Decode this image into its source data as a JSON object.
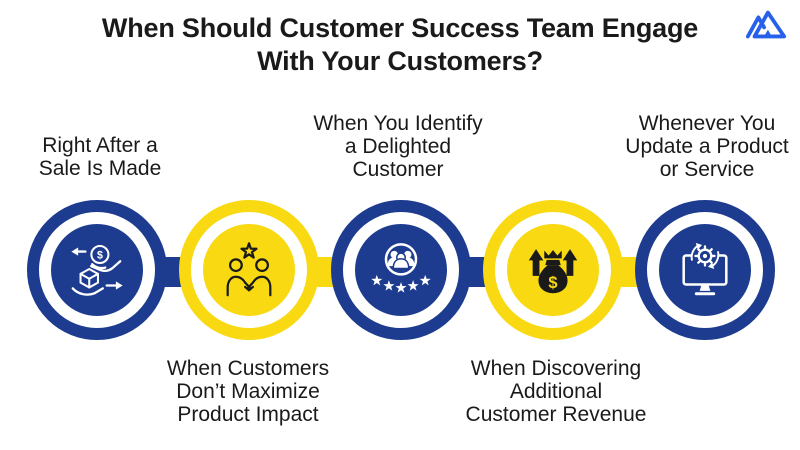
{
  "page": {
    "background": "#ffffff"
  },
  "colors": {
    "bg": "#ffffff",
    "blue": "#1d3c8f",
    "yellow": "#f8d912",
    "logoBlue": "#2760ea",
    "ink": "#1a1a1a",
    "iconDark": "#1a1a1a"
  },
  "header": {
    "title": "When Should Customer Success Team Engage\nWith Your Customers?",
    "logo_icon": "mountain-logo-icon"
  },
  "steps": [
    {
      "id": 1,
      "ring_color": "blue",
      "icon": "sale-exchange-icon",
      "label": "Right After a\nSale Is Made",
      "label_position": "top"
    },
    {
      "id": 2,
      "ring_color": "yellow",
      "icon": "handshake-star-icon",
      "label": "When Customers\nDon’t Maximize\nProduct Impact",
      "label_position": "bottom"
    },
    {
      "id": 3,
      "ring_color": "blue",
      "icon": "delighted-customers-icon",
      "label": "When You Identify\na Delighted\nCustomer",
      "label_position": "top"
    },
    {
      "id": 4,
      "ring_color": "yellow",
      "icon": "money-bag-icon",
      "label": "When Discovering\nAdditional\nCustomer Revenue",
      "label_position": "bottom"
    },
    {
      "id": 5,
      "ring_color": "blue",
      "icon": "product-update-icon",
      "label": "Whenever You\nUpdate a Product\nor Service",
      "label_position": "top"
    }
  ],
  "connectors": [
    {
      "between": "1-2",
      "color": "blue"
    },
    {
      "between": "2-3",
      "color": "yellow"
    },
    {
      "between": "3-4",
      "color": "blue"
    },
    {
      "between": "4-5",
      "color": "yellow"
    }
  ]
}
